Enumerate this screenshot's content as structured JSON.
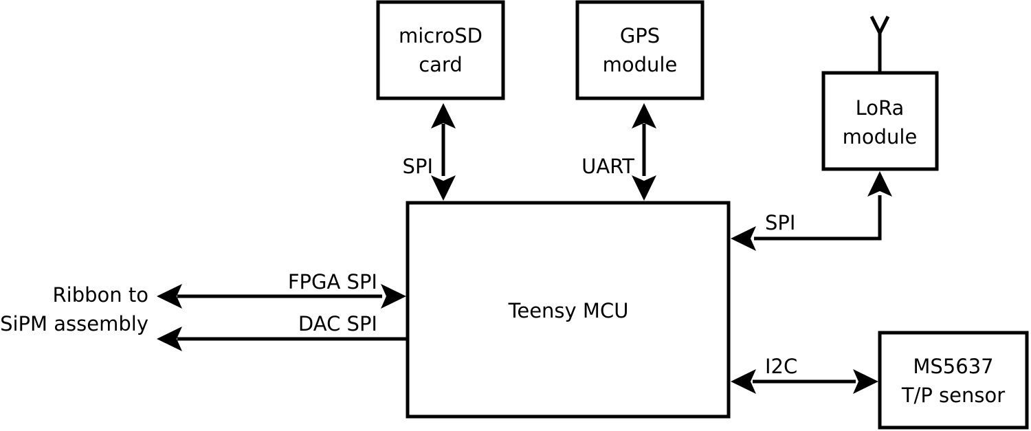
{
  "diagram": {
    "type": "block-diagram",
    "blocks": {
      "microsd": {
        "lines": [
          "microSD",
          "card"
        ]
      },
      "gps": {
        "lines": [
          "GPS",
          "module"
        ]
      },
      "lora": {
        "lines": [
          "LoRa",
          "module"
        ]
      },
      "mcu": {
        "lines": [
          "Teensy MCU"
        ]
      },
      "sensor": {
        "lines": [
          "MS5637",
          "T/P sensor"
        ]
      },
      "ribbon": {
        "lines": [
          "Ribbon to",
          "SiPM assembly"
        ]
      }
    },
    "connections": {
      "microsd_mcu": {
        "label": "SPI",
        "direction": "bidirectional"
      },
      "gps_mcu": {
        "label": "UART",
        "direction": "bidirectional"
      },
      "lora_mcu": {
        "label": "SPI",
        "direction": "bidirectional"
      },
      "ribbon_fpga": {
        "label": "FPGA SPI",
        "direction": "bidirectional"
      },
      "ribbon_dac": {
        "label": "DAC SPI",
        "direction": "mcu-to-ribbon"
      },
      "sensor_mcu": {
        "label": "I2C",
        "direction": "bidirectional"
      }
    },
    "icons": {
      "lora_antenna": "antenna-icon"
    },
    "colors": {
      "stroke": "#000000",
      "background": "#ffffff"
    }
  }
}
